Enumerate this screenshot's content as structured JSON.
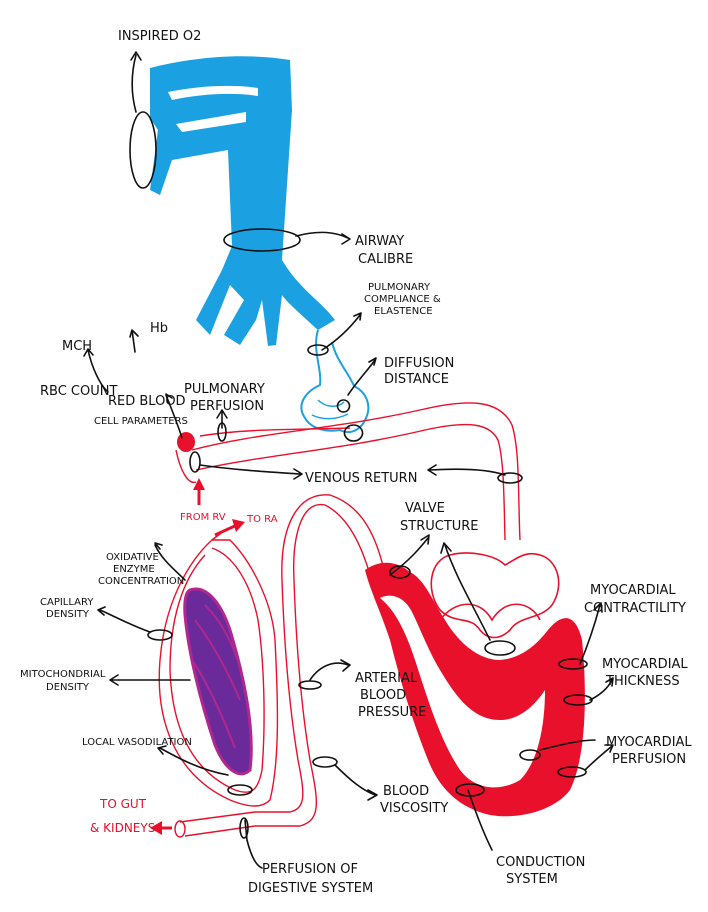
{
  "labels": {
    "inspired_o2": "INSPIRED O2",
    "airway_calibre_1": "AIRWAY",
    "airway_calibre_2": "CALIBRE",
    "pulmonary_compliance_1": "PULMONARY",
    "pulmonary_compliance_2": "COMPLIANCE &",
    "pulmonary_compliance_3": "ELASTENCE",
    "diffusion_distance_1": "DIFFUSION",
    "diffusion_distance_2": "DISTANCE",
    "mch": "MCH",
    "hb": "Hb",
    "rbc_count": "RBC COUNT",
    "red_blood_1": "RED BLOOD",
    "red_blood_2": "CELL PARAMETERS",
    "pulmonary_perfusion_1": "PULMONARY",
    "pulmonary_perfusion_2": "PERFUSION",
    "venous_return": "VENOUS RETURN",
    "from_rv": "FROM RV",
    "to_ra": "TO RA",
    "valve_structure_1": "VALVE",
    "valve_structure_2": "STRUCTURE",
    "oxidative_1": "OXIDATIVE",
    "oxidative_2": "ENZYME",
    "oxidative_3": "CONCENTRATION",
    "capillary_density_1": "CAPILLARY",
    "capillary_density_2": "DENSITY",
    "mitochondrial_1": "MITOCHONDRIAL",
    "mitochondrial_2": "DENSITY",
    "local_vaso": "LOCAL VASODILATION",
    "arterial_bp_1": "ARTERIAL",
    "arterial_bp_2": "BLOOD",
    "arterial_bp_3": "PRESSURE",
    "blood_viscosity_1": "BLOOD",
    "blood_viscosity_2": "VISCOSITY",
    "to_gut_1": "TO GUT",
    "to_gut_2": "& KIDNEYS",
    "perfusion_digestive_1": "PERFUSION OF",
    "perfusion_digestive_2": "DIGESTIVE SYSTEM",
    "conduction_1": "CONDUCTION",
    "conduction_2": "SYSTEM",
    "myo_contractility_1": "MYOCARDIAL",
    "myo_contractility_2": "CONTRACTILITY",
    "myo_thickness_1": "MYOCARDIAL",
    "myo_thickness_2": "THICKNESS",
    "myo_perfusion_1": "MYOCARDIAL",
    "myo_perfusion_2": "PERFUSION"
  },
  "colors": {
    "airway": "#1ba1e2",
    "blood": "#e8102a",
    "muscle": "#6a2a9a",
    "muscle_border": "#b0278f",
    "ink": "#111111"
  }
}
